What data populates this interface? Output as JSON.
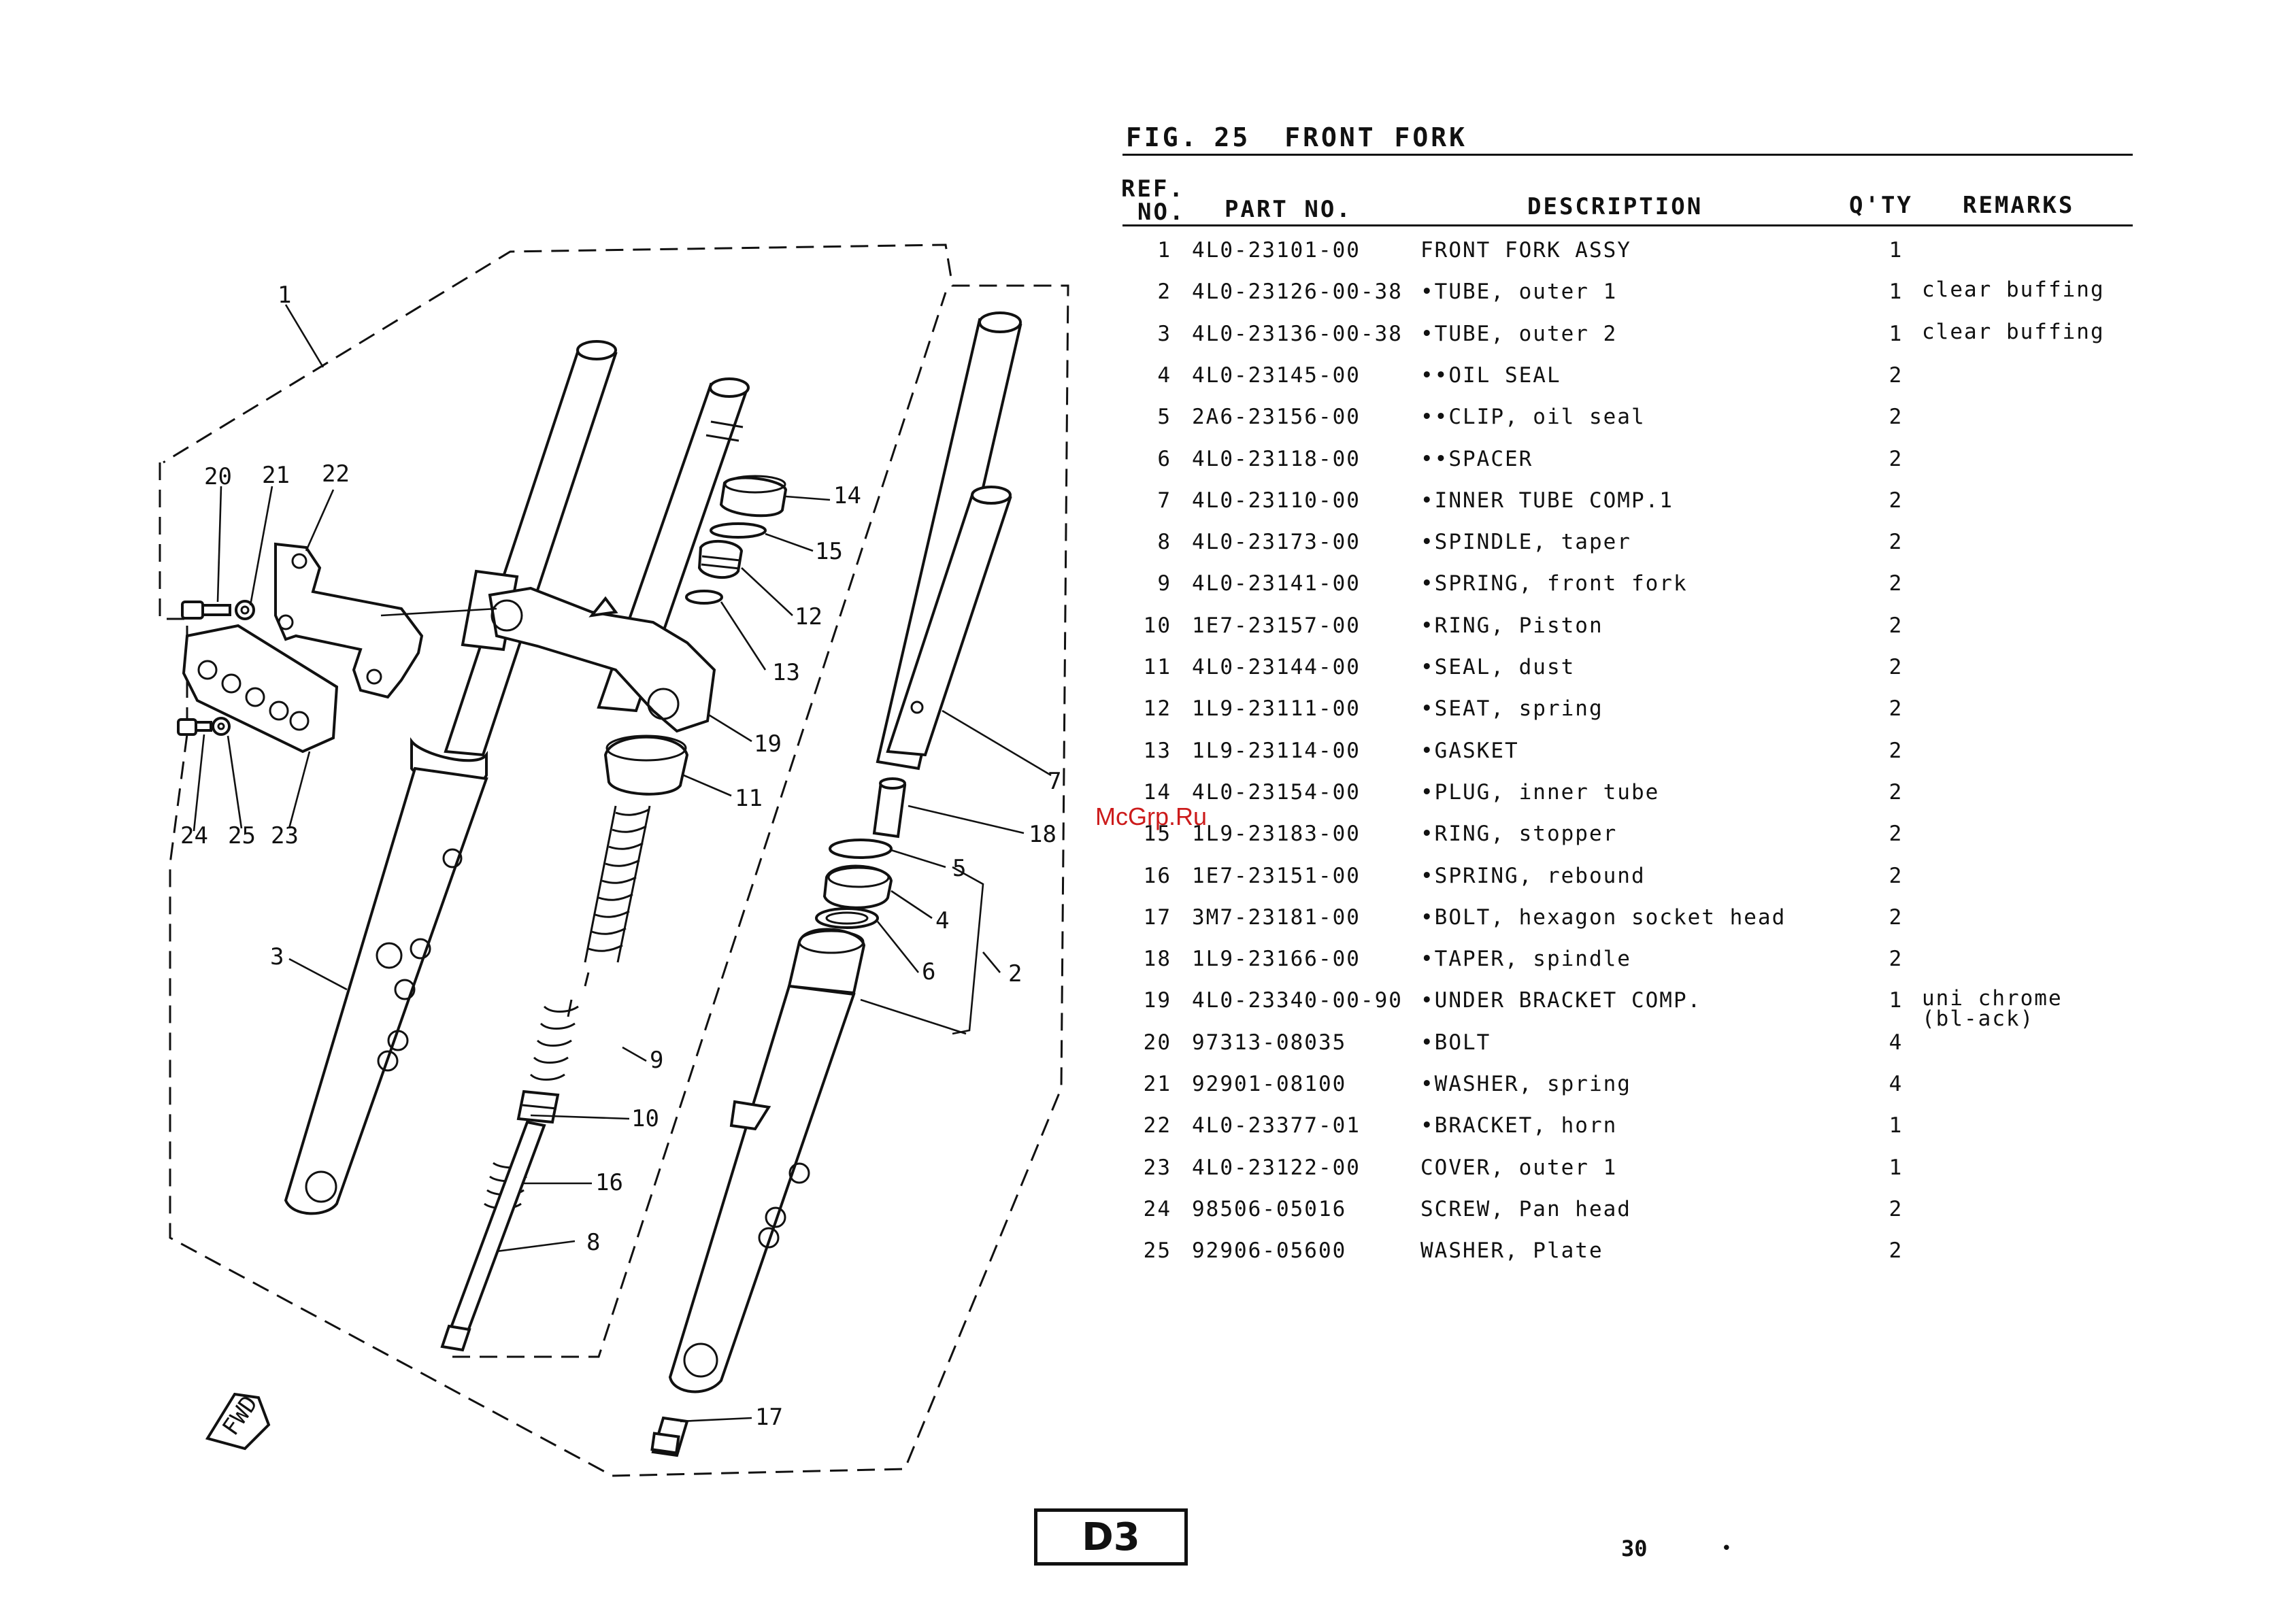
{
  "figure": {
    "label": "FIG.",
    "number": "25",
    "title": "FRONT FORK"
  },
  "columns": {
    "ref_line1": "REF.",
    "ref_line2": "NO.",
    "part_no": "PART NO.",
    "description": "DESCRIPTION",
    "qty": "Q'TY",
    "remarks": "REMARKS"
  },
  "parts": [
    {
      "ref": "1",
      "part_no": "4L0-23101-00",
      "description": "FRONT FORK ASSY",
      "qty": "1",
      "remarks": ""
    },
    {
      "ref": "2",
      "part_no": "4L0-23126-00-38",
      "description": "•TUBE, outer 1",
      "qty": "1",
      "remarks": "clear buffing"
    },
    {
      "ref": "3",
      "part_no": "4L0-23136-00-38",
      "description": "•TUBE, outer 2",
      "qty": "1",
      "remarks": "clear buffing"
    },
    {
      "ref": "4",
      "part_no": "4L0-23145-00",
      "description": "••OIL SEAL",
      "qty": "2",
      "remarks": ""
    },
    {
      "ref": "5",
      "part_no": "2A6-23156-00",
      "description": "••CLIP, oil seal",
      "qty": "2",
      "remarks": ""
    },
    {
      "ref": "6",
      "part_no": "4L0-23118-00",
      "description": "••SPACER",
      "qty": "2",
      "remarks": ""
    },
    {
      "ref": "7",
      "part_no": "4L0-23110-00",
      "description": "•INNER TUBE COMP.1",
      "qty": "2",
      "remarks": ""
    },
    {
      "ref": "8",
      "part_no": "4L0-23173-00",
      "description": "•SPINDLE, taper",
      "qty": "2",
      "remarks": ""
    },
    {
      "ref": "9",
      "part_no": "4L0-23141-00",
      "description": "•SPRING, front fork",
      "qty": "2",
      "remarks": ""
    },
    {
      "ref": "10",
      "part_no": "1E7-23157-00",
      "description": "•RING, Piston",
      "qty": "2",
      "remarks": ""
    },
    {
      "ref": "11",
      "part_no": "4L0-23144-00",
      "description": "•SEAL, dust",
      "qty": "2",
      "remarks": ""
    },
    {
      "ref": "12",
      "part_no": "1L9-23111-00",
      "description": "•SEAT, spring",
      "qty": "2",
      "remarks": ""
    },
    {
      "ref": "13",
      "part_no": "1L9-23114-00",
      "description": "•GASKET",
      "qty": "2",
      "remarks": ""
    },
    {
      "ref": "14",
      "part_no": "4L0-23154-00",
      "description": "•PLUG, inner tube",
      "qty": "2",
      "remarks": ""
    },
    {
      "ref": "15",
      "part_no": "1L9-23183-00",
      "description": "•RING, stopper",
      "qty": "2",
      "remarks": ""
    },
    {
      "ref": "16",
      "part_no": "1E7-23151-00",
      "description": "•SPRING, rebound",
      "qty": "2",
      "remarks": ""
    },
    {
      "ref": "17",
      "part_no": "3M7-23181-00",
      "description": "•BOLT, hexagon socket head",
      "qty": "2",
      "remarks": ""
    },
    {
      "ref": "18",
      "part_no": "1L9-23166-00",
      "description": "•TAPER, spindle",
      "qty": "2",
      "remarks": ""
    },
    {
      "ref": "19",
      "part_no": "4L0-23340-00-90",
      "description": "•UNDER BRACKET COMP.",
      "qty": "1",
      "remarks": "uni chrome (bl-ack)"
    },
    {
      "ref": "20",
      "part_no": "97313-08035",
      "description": "•BOLT",
      "qty": "4",
      "remarks": ""
    },
    {
      "ref": "21",
      "part_no": "92901-08100",
      "description": "•WASHER, spring",
      "qty": "4",
      "remarks": ""
    },
    {
      "ref": "22",
      "part_no": "4L0-23377-01",
      "description": "•BRACKET, horn",
      "qty": "1",
      "remarks": ""
    },
    {
      "ref": "23",
      "part_no": "4L0-23122-00",
      "description": "COVER, outer 1",
      "qty": "1",
      "remarks": ""
    },
    {
      "ref": "24",
      "part_no": "98506-05016",
      "description": "SCREW, Pan head",
      "qty": "2",
      "remarks": ""
    },
    {
      "ref": "25",
      "part_no": "92906-05600",
      "description": "WASHER, Plate",
      "qty": "2",
      "remarks": ""
    }
  ],
  "diagram": {
    "callouts": [
      "1",
      "2",
      "3",
      "4",
      "5",
      "6",
      "7",
      "8",
      "9",
      "10",
      "11",
      "12",
      "13",
      "14",
      "15",
      "16",
      "17",
      "18",
      "19",
      "20",
      "21",
      "22",
      "23",
      "24",
      "25"
    ],
    "fwd_marker": "FWD"
  },
  "footer": {
    "section_code": "D3",
    "page_number": "30",
    "dot": "•"
  },
  "watermark": "McGrp.Ru",
  "colors": {
    "ink": "#111111",
    "watermark": "#cc1b1b",
    "paper": "#ffffff"
  }
}
